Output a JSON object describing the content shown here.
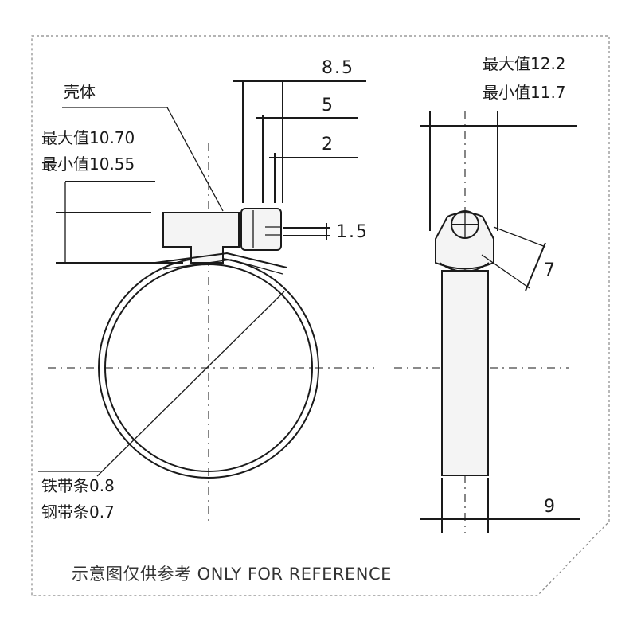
{
  "labels": {
    "housing": "壳体",
    "housing_max": "最大值10.70",
    "housing_min": "最小值10.55",
    "dim_8_5": "8.5",
    "dim_5": "5",
    "dim_2": "2",
    "dim_1_5": "1.5",
    "side_max": "最大值12.2",
    "side_min": "最小值11.7",
    "dim_7": "7",
    "dim_9": "9",
    "band_iron": "铁带条0.8",
    "band_steel": "钢带条0.7",
    "footer": "示意图仅供参考 ONLY FOR REFERENCE"
  }
}
